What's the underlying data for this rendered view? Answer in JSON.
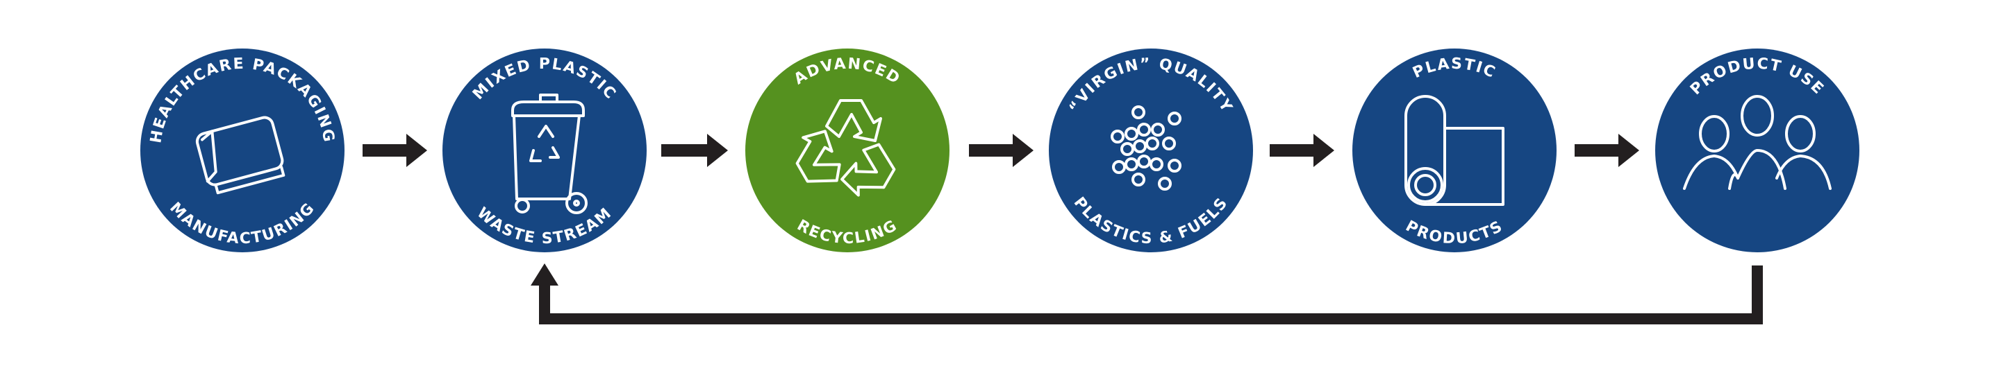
{
  "colors": {
    "blue": "#164682",
    "green": "#55911f",
    "arrow": "#231f20",
    "icon": "#ffffff"
  },
  "nodes": [
    {
      "top": "HEALTHCARE PACKAGING",
      "bottom": "MANUFACTURING",
      "icon": "packaging-tray-icon",
      "color": "#164682"
    },
    {
      "top": "MIXED PLASTIC",
      "bottom": "WASTE STREAM",
      "icon": "recycling-bin-icon",
      "color": "#164682"
    },
    {
      "top": "ADVANCED",
      "bottom": "RECYCLING",
      "icon": "recycle-symbol-icon",
      "color": "#55911f"
    },
    {
      "top": "“VIRGIN” QUALITY",
      "bottom": "PLASTICS & FUELS",
      "icon": "pellets-icon",
      "color": "#164682"
    },
    {
      "top": "PLASTIC",
      "bottom": "PRODUCTS",
      "icon": "plastic-roll-icon",
      "color": "#164682"
    },
    {
      "top": "PRODUCT USE",
      "bottom": "",
      "icon": "people-group-icon",
      "color": "#164682"
    }
  ]
}
